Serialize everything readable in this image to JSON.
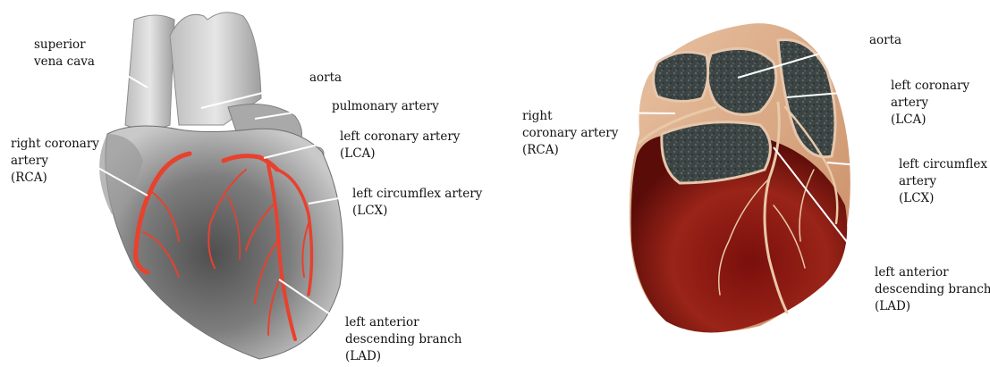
{
  "left_panel": {
    "labels": {
      "svc": "superior\nvena cava",
      "aorta": "aorta",
      "pulmonary": "pulmonary artery",
      "rca": "right coronary\nartery\n(RCA)",
      "lca": "left coronary artery\n(LCA)",
      "lcx": "left circumflex artery\n(LCX)",
      "lad": "left anterior\ndescending branch\n(LAD)"
    }
  },
  "right_panel": {
    "labels": {
      "aorta": "aorta",
      "lca": "left coronary\nartery\n(LCA)",
      "rca": "right\ncoronary artery\n(RCA)",
      "lcx": "left circumflex\nartery\n(LCX)",
      "lad": "left anterior\ndescending branch\n(LAD)"
    }
  },
  "colors": {
    "artery": "#e8412e",
    "heart_gray": "#8a8a8a",
    "heart_red": "#8a1a14",
    "leader_line": "#ffffff"
  }
}
